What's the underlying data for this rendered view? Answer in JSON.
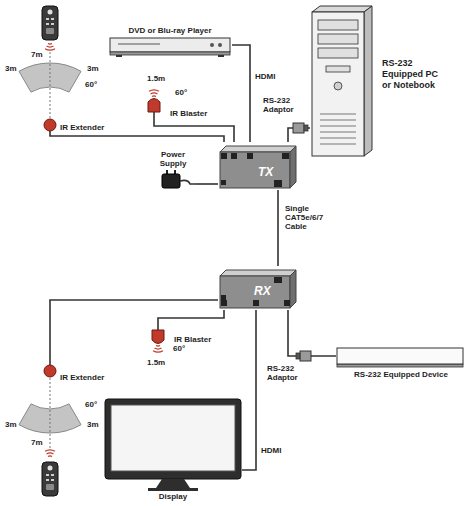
{
  "diagram": {
    "nodes": [
      {
        "text": [
          "DVD or Blu-ray Player"
        ]
      },
      {
        "text": [
          "RS-232 Equipped PC or Notebook"
        ]
      },
      {
        "text": [
          "IR Blaster"
        ]
      },
      {
        "text": [
          "IR Extender"
        ]
      },
      {
        "text": [
          "Power Supply"
        ]
      },
      {
        "text": [
          "TX"
        ]
      },
      {
        "text": [
          "RX"
        ]
      },
      {
        "text": [
          "IR Blaster"
        ]
      },
      {
        "text": [
          "IR Extender"
        ]
      },
      {
        "text": [
          "RS-232 Equipped Device"
        ]
      },
      {
        "text": [
          "Display"
        ]
      }
    ],
    "edges": [
      {
        "from": 0,
        "to": 5,
        "arrow": "none",
        "label": "HDMI"
      },
      {
        "from": 1,
        "to": 5,
        "arrow": "none"
      },
      {
        "from": 2,
        "to": 5,
        "arrow": "none"
      },
      {
        "from": 3,
        "to": 5,
        "arrow": "none"
      },
      {
        "from": 4,
        "to": 5,
        "arrow": "none"
      },
      {
        "from": 5,
        "to": 6,
        "arrow": "none",
        "label": "Single CAT5e/6/7 Cable"
      },
      {
        "from": 6,
        "to": 7,
        "arrow": "none"
      },
      {
        "from": 6,
        "to": 8,
        "arrow": "none"
      },
      {
        "from": 6,
        "to": 9,
        "arrow": "none"
      },
      {
        "from": 6,
        "to": 10,
        "arrow": "none",
        "label": "HDMI"
      }
    ],
    "labels": [
      "1.5m",
      "60°",
      "7m",
      "3m",
      "3m",
      "60°",
      "RS-232 Adaptor",
      "RS-232 Adaptor",
      "60°",
      "1.5m",
      "60°",
      "3m",
      "7m",
      "3m"
    ]
  }
}
